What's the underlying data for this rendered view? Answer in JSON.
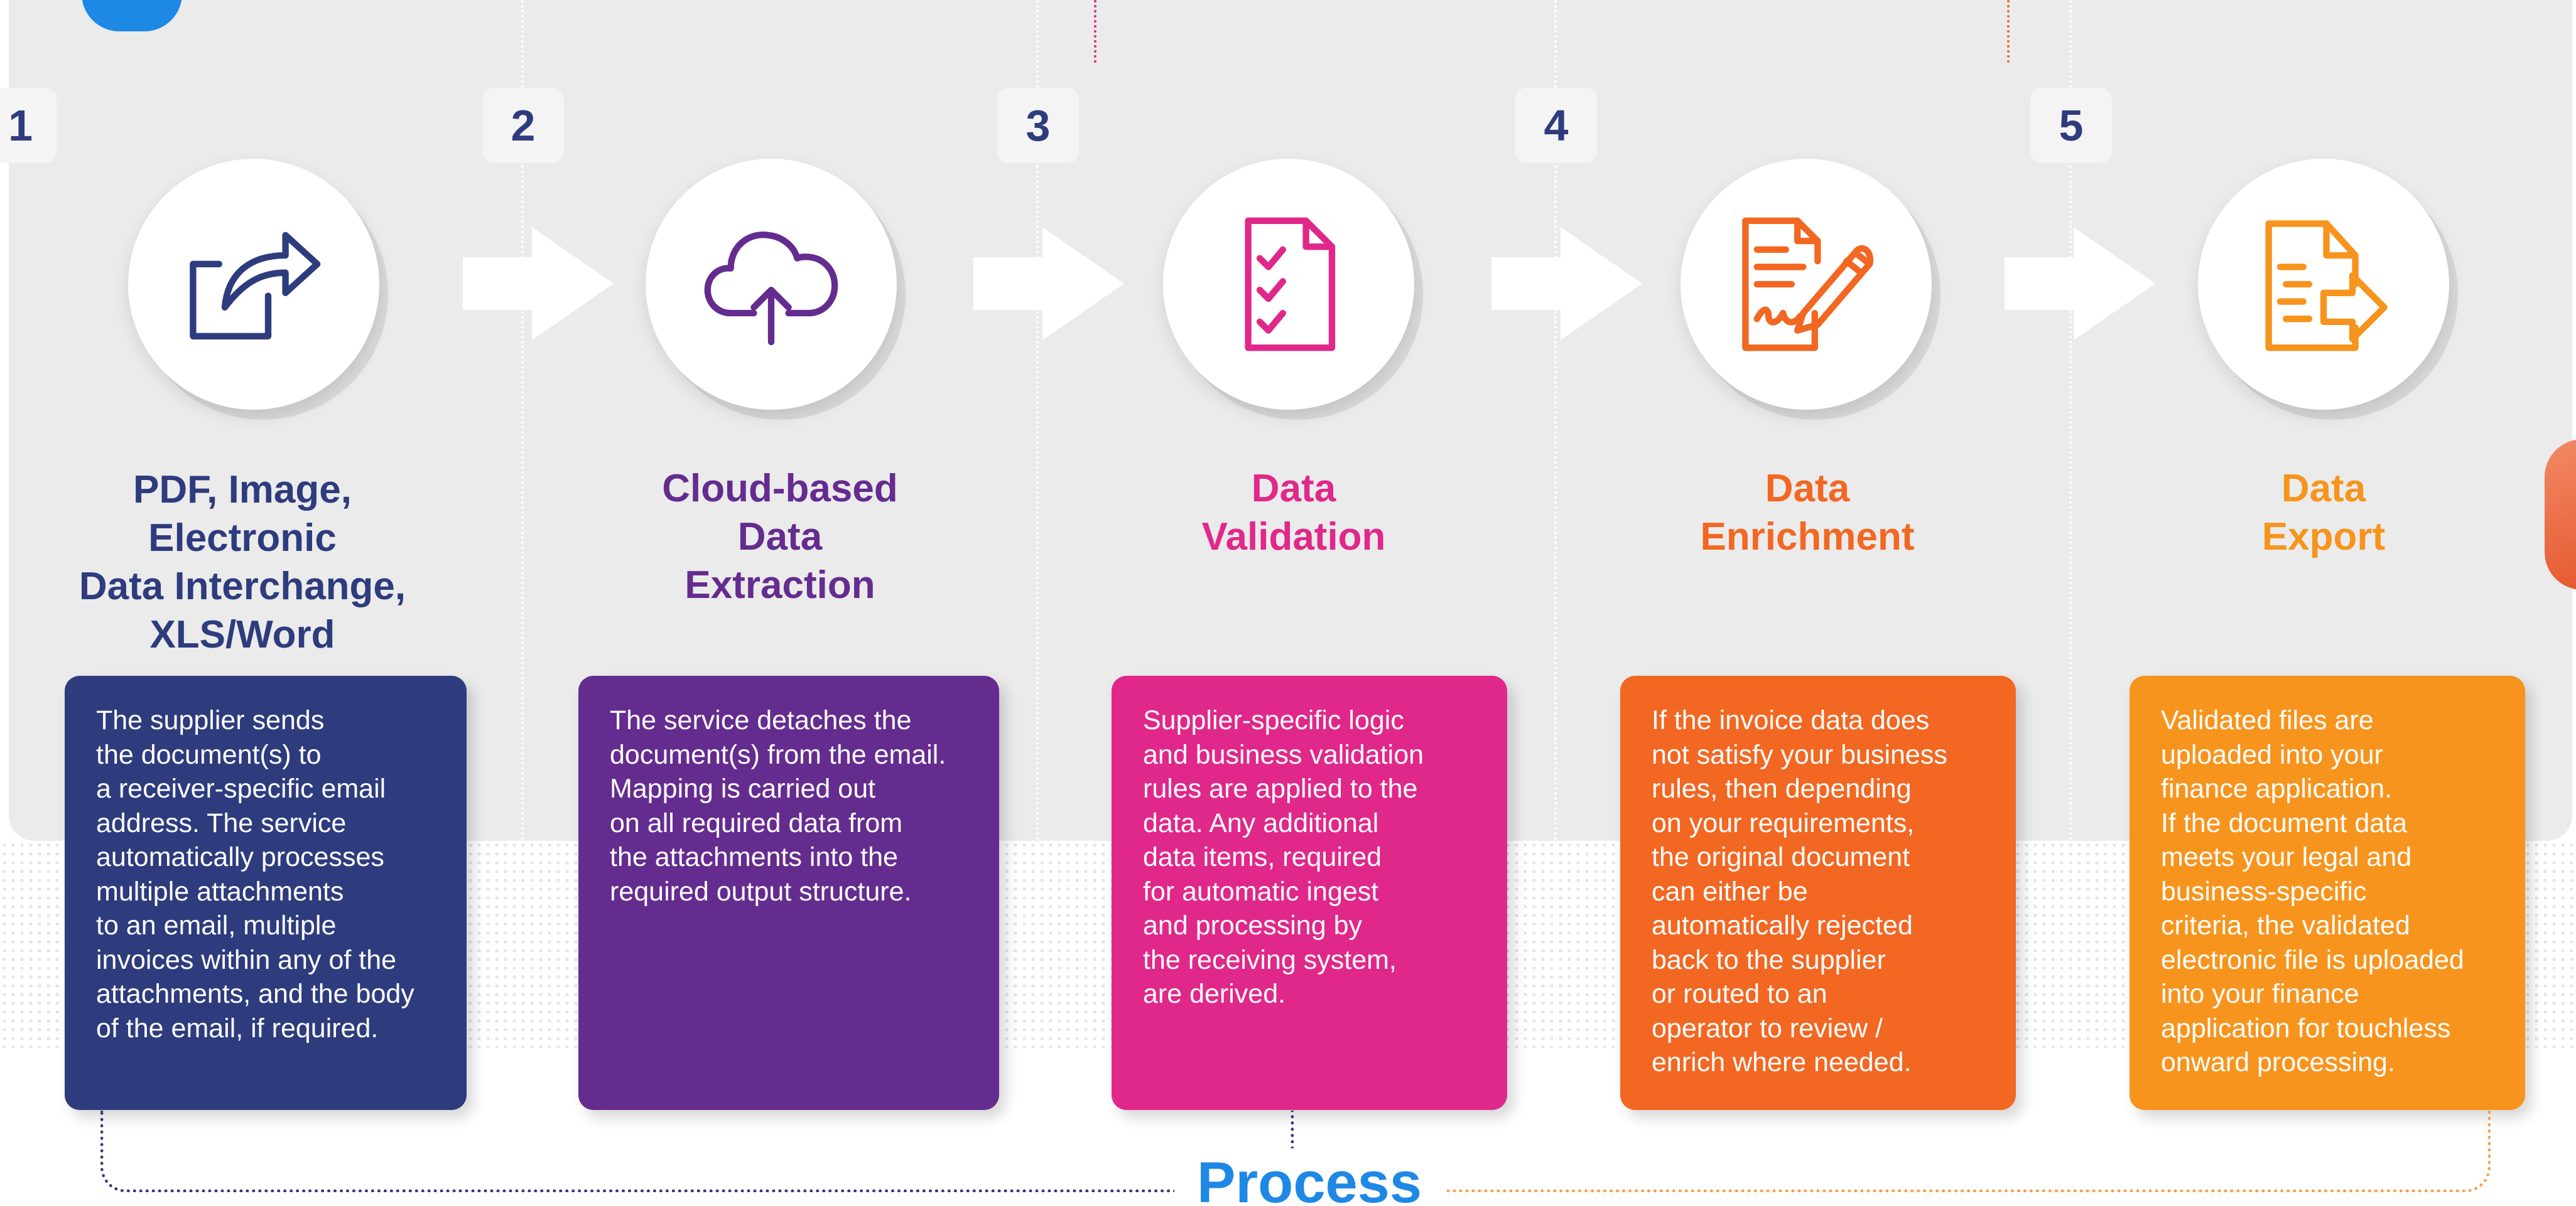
{
  "colors": {
    "panel": "#ebebeb",
    "step1": "#2e3c7e",
    "step2": "#652c8f",
    "step3": "#e0288a",
    "step4": "#f26722",
    "step5": "#f7941d",
    "process_label": "#1e88e5"
  },
  "steps": [
    {
      "number": "1",
      "icon": "share-export-icon",
      "title_lines": [
        "PDF, Image, Electronic",
        "Data Interchange,",
        "XLS/Word"
      ],
      "body_lines": [
        "The supplier sends",
        "the document(s) to",
        "a receiver-specific email",
        "address. The service",
        "automatically processes",
        "multiple attachments",
        "to an email, multiple",
        "invoices within any of the",
        "attachments, and the body",
        "of the email, if required."
      ]
    },
    {
      "number": "2",
      "icon": "cloud-upload-icon",
      "title_lines": [
        "Cloud-based",
        "Data",
        "Extraction"
      ],
      "body_lines": [
        "The service detaches the",
        "document(s) from the email.",
        "Mapping is carried out",
        "on all required data from",
        "the attachments into the",
        "required output structure."
      ]
    },
    {
      "number": "3",
      "icon": "checklist-document-icon",
      "title_lines": [
        "Data",
        "Validation"
      ],
      "body_lines": [
        "Supplier-specific logic",
        "and business validation",
        "rules are applied to the",
        "data. Any additional",
        "data items, required",
        "for automatic ingest",
        "and processing by",
        "the receiving system,",
        "are derived."
      ]
    },
    {
      "number": "4",
      "icon": "document-sign-pen-icon",
      "title_lines": [
        "Data",
        "Enrichment"
      ],
      "body_lines": [
        "If the invoice data does",
        "not satisfy your business",
        "rules, then depending",
        "on your requirements,",
        "the original document",
        "can either be",
        "automatically rejected",
        "back to the supplier",
        "or routed to an",
        "operator to review /",
        "enrich where needed."
      ]
    },
    {
      "number": "5",
      "icon": "document-export-icon",
      "title_lines": [
        "Data",
        "Export"
      ],
      "body_lines": [
        "Validated files are",
        "uploaded into your",
        "finance application.",
        "If the document data",
        "meets your legal and",
        "business-specific",
        "criteria, the validated",
        "electronic file is uploaded",
        "into your finance",
        "application for touchless",
        "onward processing."
      ]
    }
  ],
  "process_label": "Process"
}
